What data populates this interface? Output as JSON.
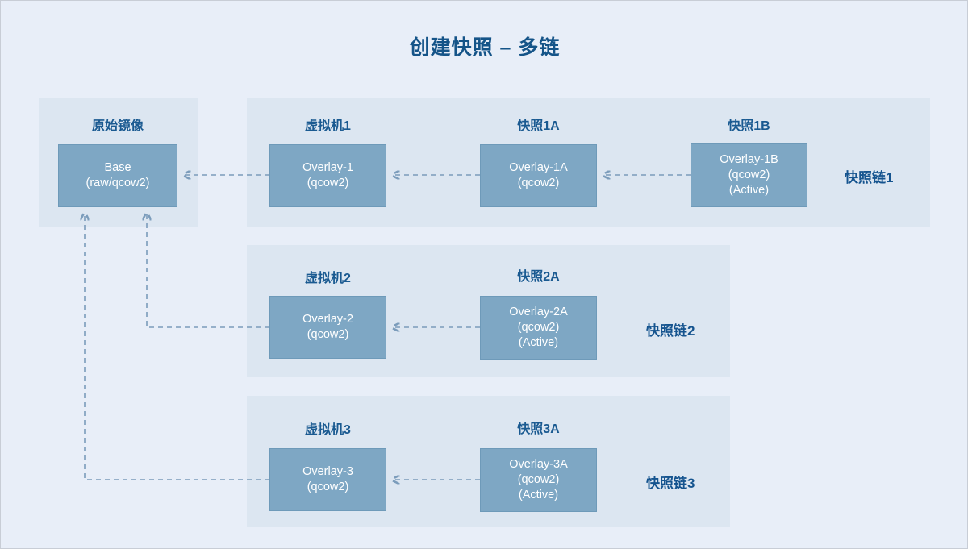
{
  "title": "创建快照 – 多链",
  "colors": {
    "background": "#e8eef8",
    "panel": "#dce6f1",
    "node_fill": "#7ea7c4",
    "node_text": "#ffffff",
    "caption_text": "#1a5a91",
    "title_text": "#155488",
    "connector": "#7b9cbb"
  },
  "base_section": {
    "caption": "原始镜像",
    "node": {
      "lines": [
        "Base",
        "(raw/qcow2)"
      ]
    }
  },
  "chains": [
    {
      "name": "快照链1",
      "nodes": [
        {
          "caption": "虚拟机1",
          "lines": [
            "Overlay-1",
            "(qcow2)"
          ]
        },
        {
          "caption": "快照1A",
          "lines": [
            "Overlay-1A",
            "(qcow2)"
          ]
        },
        {
          "caption": "快照1B",
          "lines": [
            "Overlay-1B",
            "(qcow2)",
            "(Active)"
          ]
        }
      ]
    },
    {
      "name": "快照链2",
      "nodes": [
        {
          "caption": "虚拟机2",
          "lines": [
            "Overlay-2",
            "(qcow2)"
          ]
        },
        {
          "caption": "快照2A",
          "lines": [
            "Overlay-2A",
            "(qcow2)",
            "(Active)"
          ]
        }
      ]
    },
    {
      "name": "快照链3",
      "nodes": [
        {
          "caption": "虚拟机3",
          "lines": [
            "Overlay-3",
            "(qcow2)"
          ]
        },
        {
          "caption": "快照3A",
          "lines": [
            "Overlay-3A",
            "(qcow2)",
            "(Active)"
          ]
        }
      ]
    }
  ]
}
